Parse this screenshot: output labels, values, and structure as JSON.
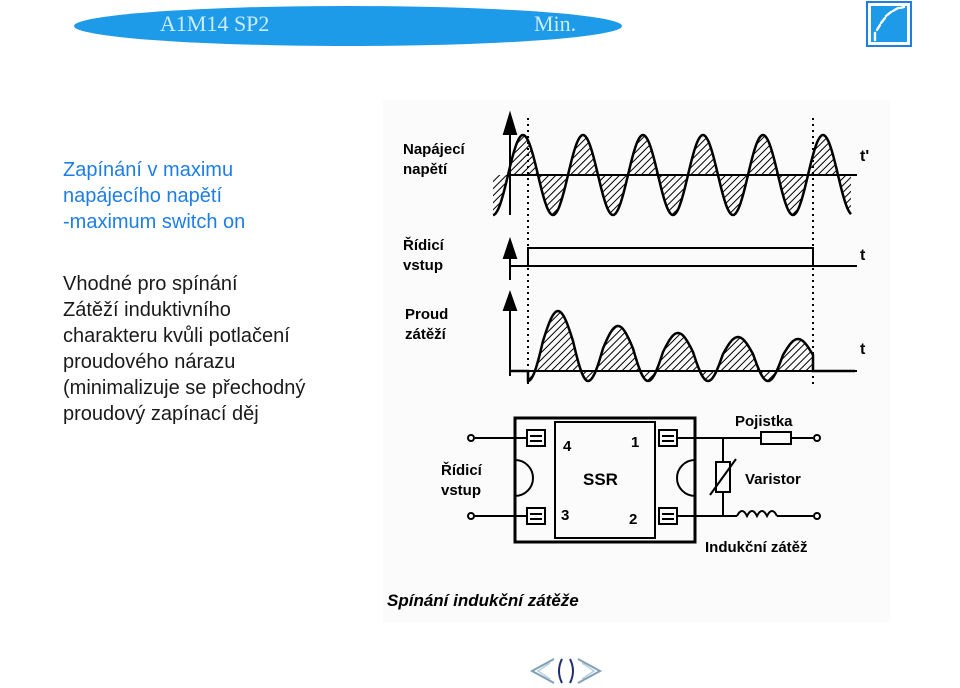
{
  "banner": {
    "title": "A1M14 SP2",
    "right_label": "Min."
  },
  "heading": {
    "lines": [
      "Zapínání v maximu",
      "napájecího napětí",
      "-maximum switch on"
    ]
  },
  "body": {
    "lines": [
      "Vhodné pro spínání",
      "Zátěží induktivního",
      "charakteru kvůli potlačení",
      "proudového nárazu",
      "(minimalizuje se přechodný",
      "proudový zapínací děj"
    ]
  },
  "diagram": {
    "supply_label": [
      "Napájecí",
      "napětí"
    ],
    "control_label": [
      "Řídicí",
      "vstup"
    ],
    "current_label": [
      "Proud",
      "zátěží"
    ],
    "time_labels": [
      "t'",
      "t",
      "t"
    ],
    "fuse_label": "Pojistka",
    "varistor_label": "Varistor",
    "ssr_label": "SSR",
    "pins": [
      "4",
      "1",
      "3",
      "2"
    ],
    "control_input_label": [
      "Řídicí",
      "vstup"
    ],
    "load_label": "Indukční zátěž",
    "caption": "Spínání indukční zátěže"
  },
  "nav": {
    "prev_icon": "prev-slide-icon",
    "next_icon": "next-slide-icon"
  },
  "colors": {
    "banner": "#1e9be8",
    "banner_text": "#c9ecff",
    "heading": "#1e7ee6",
    "body_text": "#1a1a1a"
  }
}
